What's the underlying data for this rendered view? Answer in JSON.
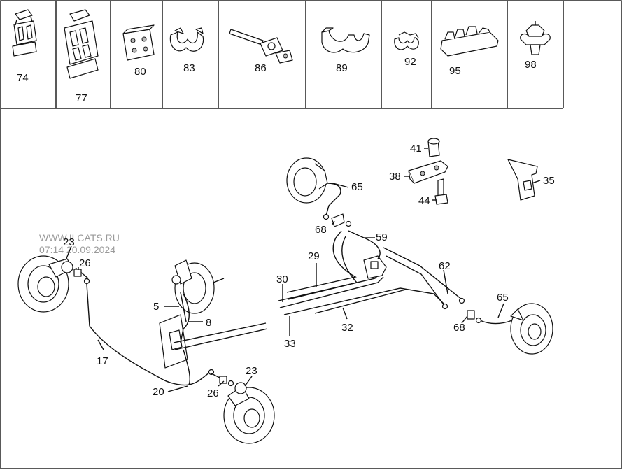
{
  "header_parts": [
    "74",
    "77",
    "80",
    "83",
    "86",
    "89",
    "92",
    "95",
    "98"
  ],
  "callouts": {
    "c23a": "23",
    "c26a": "26",
    "c17": "17",
    "c20": "20",
    "c26b": "26",
    "c23b": "23",
    "c5": "5",
    "c8": "8",
    "c30": "30",
    "c33": "33",
    "c29": "29",
    "c32": "32",
    "c68a": "68",
    "c59": "59",
    "c65a": "65",
    "c62": "62",
    "c65b": "65",
    "c68b": "68",
    "c41": "41",
    "c38": "38",
    "c44": "44",
    "c35": "35"
  },
  "watermark": {
    "line1": "WWW.ILCATS.RU",
    "line2": "07:14 20.09.2024"
  }
}
